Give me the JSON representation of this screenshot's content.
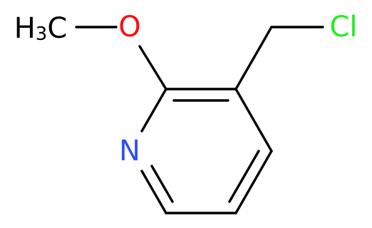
{
  "molecule": {
    "atoms": {
      "methyl": {
        "text": "H3C",
        "main": "H",
        "sub": "3",
        "tail": "C",
        "color": "#000000"
      },
      "oxygen": {
        "text": "O",
        "color": "#ff0d0d"
      },
      "nitrogen": {
        "text": "N",
        "color": "#3050f8"
      },
      "chlorine": {
        "text": "Cl",
        "color": "#1ff01f"
      }
    },
    "bond_color": "#000000"
  }
}
